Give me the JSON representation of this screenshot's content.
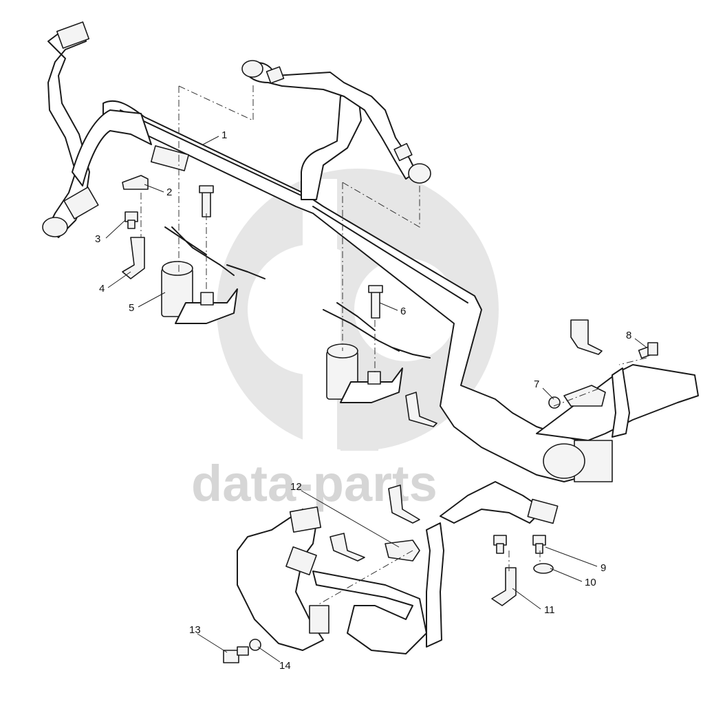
{
  "watermark": {
    "text": "data-parts"
  },
  "callouts": [
    "1",
    "2",
    "3",
    "4",
    "5",
    "6",
    "7",
    "8",
    "9",
    "10",
    "11",
    "12",
    "13",
    "14"
  ]
}
